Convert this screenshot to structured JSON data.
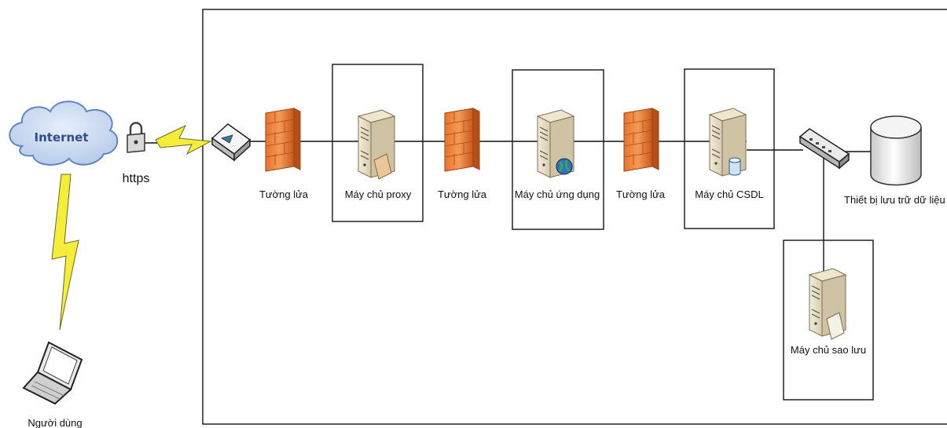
{
  "diagram": {
    "cloud": {
      "label": "Internet"
    },
    "lock": {
      "label": "https"
    },
    "user": {
      "label": "Người dùng"
    },
    "firewall_1": {
      "label": "Tường lửa"
    },
    "proxy_server": {
      "label": "Máy chủ proxy"
    },
    "firewall_2": {
      "label": "Tường lửa"
    },
    "app_server": {
      "label": "Máy chủ ứng dụng"
    },
    "firewall_3": {
      "label": "Tường lửa"
    },
    "db_server": {
      "label": "Máy chủ CSDL"
    },
    "storage": {
      "label": "Thiết bị lưu trữ dữ liệu"
    },
    "backup_server": {
      "label": "Máy chủ sao lưu"
    }
  }
}
